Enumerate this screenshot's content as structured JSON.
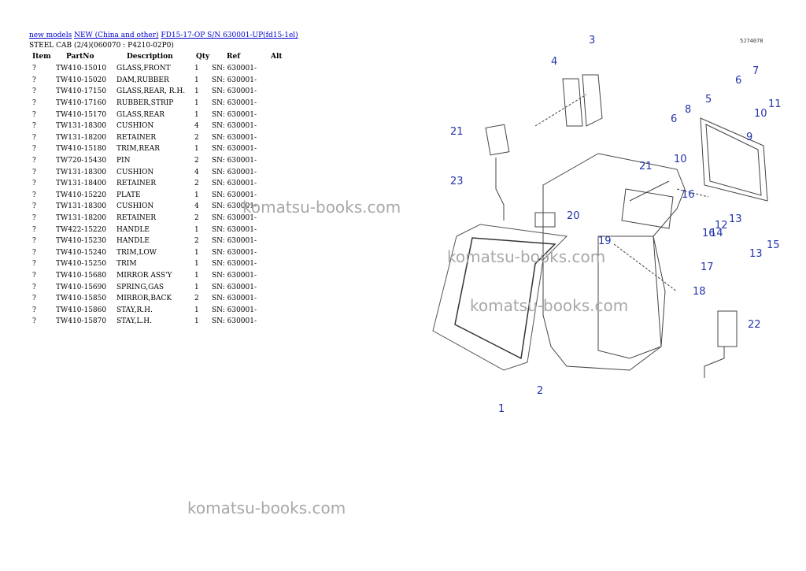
{
  "breadcrumb": {
    "link1": "new models",
    "link2": "NEW (China and other)",
    "link3": "FD15-17-OP S/N 630001-UP(fd15-1el)"
  },
  "subtitle": "STEEL CAB (2/4)(060070 : P4210-02P0)",
  "table": {
    "headers": {
      "item": "Item",
      "partno": "PartNo",
      "description": "Description",
      "qty": "Qty",
      "ref": "Ref",
      "alt": "Alt"
    },
    "rows": [
      {
        "item": "?",
        "partno": "TW410-15010",
        "description": "GLASS,FRONT",
        "qty": "1",
        "ref": "SN: 630001-"
      },
      {
        "item": "?",
        "partno": "TW410-15020",
        "description": "DAM,RUBBER",
        "qty": "1",
        "ref": "SN: 630001-"
      },
      {
        "item": "?",
        "partno": "TW410-17150",
        "description": "GLASS,REAR, R.H.",
        "qty": "1",
        "ref": "SN: 630001-"
      },
      {
        "item": "?",
        "partno": "TW410-17160",
        "description": "RUBBER,STRIP",
        "qty": "1",
        "ref": "SN: 630001-"
      },
      {
        "item": "?",
        "partno": "TW410-15170",
        "description": "GLASS,REAR",
        "qty": "1",
        "ref": "SN: 630001-"
      },
      {
        "item": "?",
        "partno": "TW131-18300",
        "description": "CUSHION",
        "qty": "4",
        "ref": "SN: 630001-"
      },
      {
        "item": "?",
        "partno": "TW131-18200",
        "description": "RETAINER",
        "qty": "2",
        "ref": "SN: 630001-"
      },
      {
        "item": "?",
        "partno": "TW410-15180",
        "description": "TRIM,REAR",
        "qty": "1",
        "ref": "SN: 630001-"
      },
      {
        "item": "?",
        "partno": "TW720-15430",
        "description": "PIN",
        "qty": "2",
        "ref": "SN: 630001-"
      },
      {
        "item": "?",
        "partno": "TW131-18300",
        "description": "CUSHION",
        "qty": "4",
        "ref": "SN: 630001-"
      },
      {
        "item": "?",
        "partno": "TW131-18400",
        "description": "RETAINER",
        "qty": "2",
        "ref": "SN: 630001-"
      },
      {
        "item": "?",
        "partno": "TW410-15220",
        "description": "PLATE",
        "qty": "1",
        "ref": "SN: 630001-"
      },
      {
        "item": "?",
        "partno": "TW131-18300",
        "description": "CUSHION",
        "qty": "4",
        "ref": "SN: 630001-"
      },
      {
        "item": "?",
        "partno": "TW131-18200",
        "description": "RETAINER",
        "qty": "2",
        "ref": "SN: 630001-"
      },
      {
        "item": "?",
        "partno": "TW422-15220",
        "description": "HANDLE",
        "qty": "1",
        "ref": "SN: 630001-"
      },
      {
        "item": "?",
        "partno": "TW410-15230",
        "description": "HANDLE",
        "qty": "2",
        "ref": "SN: 630001-"
      },
      {
        "item": "?",
        "partno": "TW410-15240",
        "description": "TRIM,LOW",
        "qty": "1",
        "ref": "SN: 630001-"
      },
      {
        "item": "?",
        "partno": "TW410-15250",
        "description": "TRIM",
        "qty": "1",
        "ref": "SN: 630001-"
      },
      {
        "item": "?",
        "partno": "TW410-15680",
        "description": "MIRROR ASS'Y",
        "qty": "1",
        "ref": "SN: 630001-"
      },
      {
        "item": "?",
        "partno": "TW410-15690",
        "description": "SPRING,GAS",
        "qty": "1",
        "ref": "SN: 630001-"
      },
      {
        "item": "?",
        "partno": "TW410-15850",
        "description": "MIRROR,BACK",
        "qty": "2",
        "ref": "SN: 630001-"
      },
      {
        "item": "?",
        "partno": "TW410-15860",
        "description": "STAY,R.H.",
        "qty": "1",
        "ref": "SN: 630001-"
      },
      {
        "item": "?",
        "partno": "TW410-15870",
        "description": "STAY,L.H.",
        "qty": "1",
        "ref": "SN: 630001-"
      }
    ]
  },
  "diagram": {
    "code": "5J74078",
    "callout_color": "#2233aa",
    "callouts": [
      "1",
      "2",
      "3",
      "4",
      "5",
      "6",
      "6",
      "7",
      "8",
      "9",
      "10",
      "10",
      "11",
      "12",
      "13",
      "13",
      "14",
      "15",
      "16",
      "16",
      "17",
      "18",
      "19",
      "20",
      "21",
      "21",
      "22",
      "23"
    ]
  },
  "watermark": "komatsu-books.com"
}
